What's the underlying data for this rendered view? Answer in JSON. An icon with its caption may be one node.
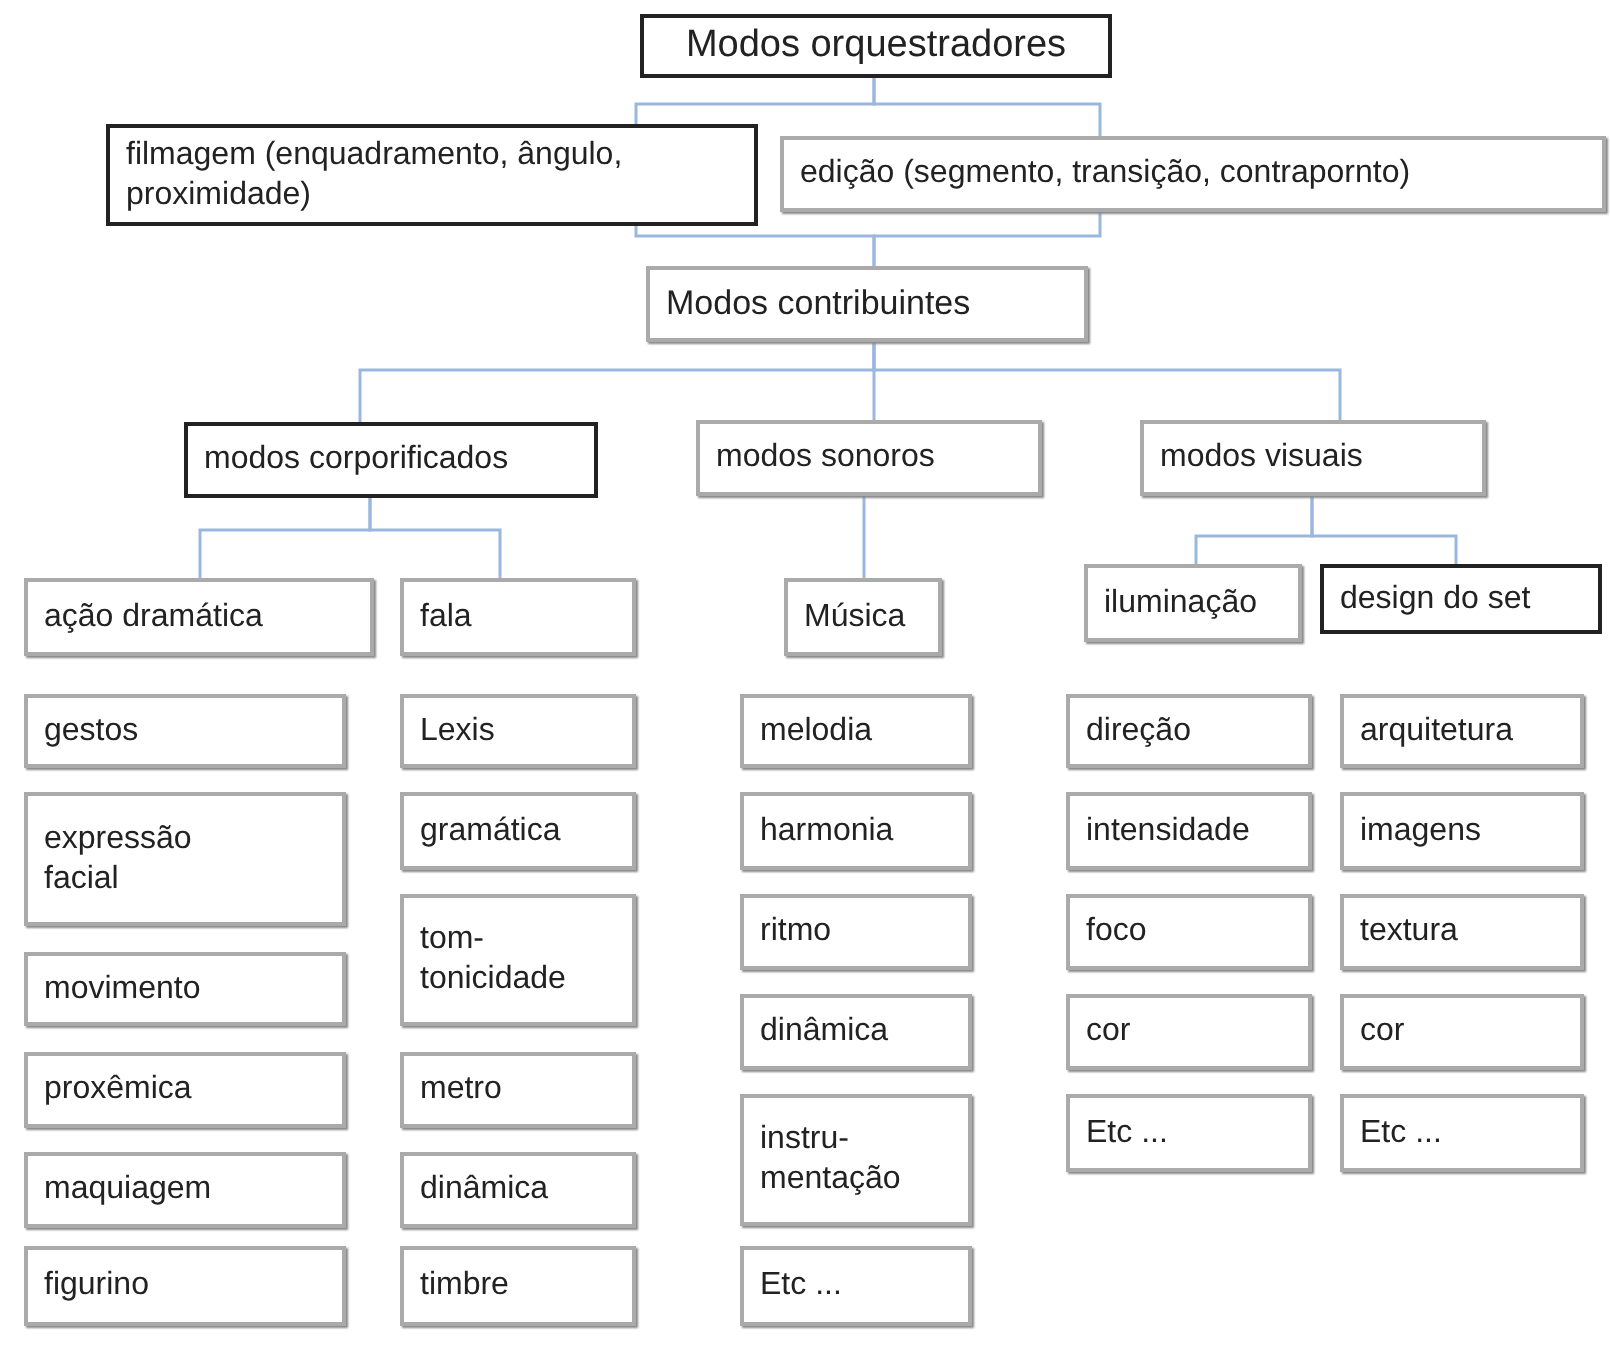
{
  "diagram": {
    "nodes": [
      {
        "text": [
          "Modos orquestradores"
        ]
      },
      {
        "text": [
          "filmagem (enquadramento, ângulo, proximidade)"
        ]
      },
      {
        "text": [
          "edição (segmento, transição, contrapornto)"
        ]
      },
      {
        "text": [
          "Modos contribuintes"
        ]
      },
      {
        "text": [
          "modos corporificados"
        ]
      },
      {
        "text": [
          "modos sonoros"
        ]
      },
      {
        "text": [
          "modos visuais"
        ]
      },
      {
        "text": [
          "ação dramática"
        ]
      },
      {
        "text": [
          "fala"
        ]
      },
      {
        "text": [
          "Música"
        ]
      },
      {
        "text": [
          "iluminação"
        ]
      },
      {
        "text": [
          "design do set"
        ]
      },
      {
        "text": [
          "gestos"
        ]
      },
      {
        "text": [
          "expressão facial"
        ]
      },
      {
        "text": [
          "movimento"
        ]
      },
      {
        "text": [
          "proxêmica"
        ]
      },
      {
        "text": [
          "maquiagem"
        ]
      },
      {
        "text": [
          "figurino"
        ]
      },
      {
        "text": [
          "Lexis"
        ]
      },
      {
        "text": [
          "gramática"
        ]
      },
      {
        "text": [
          "tom-tonicidade"
        ]
      },
      {
        "text": [
          "metro"
        ]
      },
      {
        "text": [
          "dinâmica"
        ]
      },
      {
        "text": [
          "timbre"
        ]
      },
      {
        "text": [
          "melodia"
        ]
      },
      {
        "text": [
          "harmonia"
        ]
      },
      {
        "text": [
          "ritmo"
        ]
      },
      {
        "text": [
          "dinâmica"
        ]
      },
      {
        "text": [
          "instru-mentação"
        ]
      },
      {
        "text": [
          "Etc ..."
        ]
      },
      {
        "text": [
          "direção"
        ]
      },
      {
        "text": [
          "intensidade"
        ]
      },
      {
        "text": [
          "foco"
        ]
      },
      {
        "text": [
          "cor"
        ]
      },
      {
        "text": [
          "Etc ..."
        ]
      },
      {
        "text": [
          "arquitetura"
        ]
      },
      {
        "text": [
          "imagens"
        ]
      },
      {
        "text": [
          "textura"
        ]
      },
      {
        "text": [
          "cor"
        ]
      },
      {
        "text": [
          "Etc ..."
        ]
      }
    ],
    "edges": [
      {
        "from": 0,
        "to": 1,
        "arrow": "none"
      },
      {
        "from": 0,
        "to": 2,
        "arrow": "none"
      },
      {
        "from": 1,
        "to": 3,
        "arrow": "none"
      },
      {
        "from": 2,
        "to": 3,
        "arrow": "none"
      },
      {
        "from": 3,
        "to": 4,
        "arrow": "none"
      },
      {
        "from": 3,
        "to": 5,
        "arrow": "none"
      },
      {
        "from": 3,
        "to": 6,
        "arrow": "none"
      },
      {
        "from": 4,
        "to": 7,
        "arrow": "none"
      },
      {
        "from": 4,
        "to": 8,
        "arrow": "none"
      },
      {
        "from": 5,
        "to": 9,
        "arrow": "none"
      },
      {
        "from": 6,
        "to": 10,
        "arrow": "none"
      },
      {
        "from": 6,
        "to": 11,
        "arrow": "none"
      }
    ]
  }
}
